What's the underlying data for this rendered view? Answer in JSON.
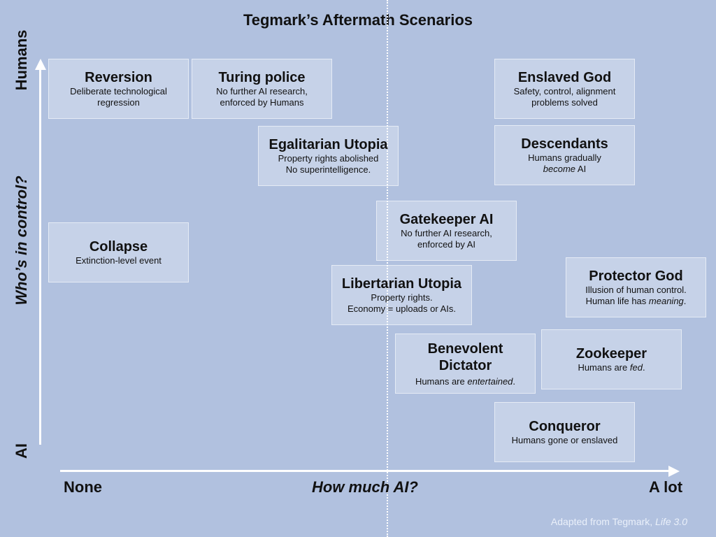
{
  "title": "Tegmark’s Aftermath Scenarios",
  "axes": {
    "y_label": "Who’s in control?",
    "y_top": "Humans",
    "y_bottom": "AI",
    "x_label": "How much AI?",
    "x_left": "None",
    "x_right": "A lot"
  },
  "credit": {
    "prefix": "Adapted from Tegmark, ",
    "work": "Life 3.0"
  },
  "scenarios": {
    "reversion": {
      "title": "Reversion",
      "lines": [
        "Deliberate technological",
        "regression"
      ]
    },
    "turing_police": {
      "title": "Turing police",
      "lines": [
        "No further AI research,",
        "enforced by Humans"
      ]
    },
    "enslaved_god": {
      "title": "Enslaved God",
      "lines": [
        "Safety, control, alignment",
        "problems solved"
      ]
    },
    "egalitarian_utopia": {
      "title": "Egalitarian Utopia",
      "lines": [
        "Property rights abolished",
        "No superintelligence."
      ]
    },
    "descendants": {
      "title": "Descendants",
      "line1": "Humans gradually",
      "line2_em": "become",
      "line2_rest": " AI"
    },
    "gatekeeper_ai": {
      "title": "Gatekeeper AI",
      "lines": [
        "No further AI research,",
        "enforced by AI"
      ]
    },
    "collapse": {
      "title": "Collapse",
      "lines": [
        "Extinction-level event"
      ]
    },
    "protector_god": {
      "title": "Protector God",
      "line1": "Illusion of human control.",
      "line2_pre": "Human life has ",
      "line2_em": "meaning",
      "line2_post": "."
    },
    "libertarian_utopia": {
      "title": "Libertarian Utopia",
      "lines": [
        "Property rights.",
        "Economy = uploads or AIs."
      ]
    },
    "benevolent_dictator": {
      "title_lines": [
        "Benevolent",
        "Dictator"
      ],
      "line_pre": "Humans are ",
      "line_em": "entertained",
      "line_post": "."
    },
    "zookeeper": {
      "title": "Zookeeper",
      "line_pre": "Humans are ",
      "line_em": "fed",
      "line_post": "."
    },
    "conqueror": {
      "title": "Conqueror",
      "lines": [
        "Humans gone or enslaved"
      ]
    }
  }
}
